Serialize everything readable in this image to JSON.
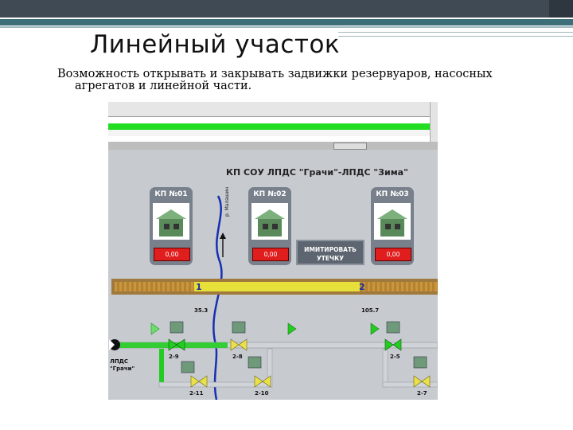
{
  "slide": {
    "title": "Линейный участок",
    "description_line1": "Возможность открывать и закрывать задвижки резервуаров, насосных",
    "description_line2": "агрегатов и линейной части."
  },
  "scada": {
    "header": "КП СОУ ЛПДС \"Грачи\"-ЛПДС \"Зима\"",
    "kp": [
      {
        "name": "КП №01",
        "value": "0,00"
      },
      {
        "name": "КП №02",
        "value": "0,00"
      },
      {
        "name": "КП №03",
        "value": "0,00"
      }
    ],
    "imitate_button": {
      "line1": "ИМИТИРОВАТЬ",
      "line2": "УТЕЧКУ"
    },
    "markers": [
      "1",
      "2"
    ],
    "distances": [
      "35.3",
      "105.7"
    ],
    "river_label": "р. Малашин",
    "station": {
      "line1": "ЛПДС",
      "line2": "\"Грачи\""
    },
    "valves": [
      "2-9",
      "2-8",
      "2-5",
      "2-11",
      "2-10",
      "2-7"
    ],
    "colors": {
      "active": "#22cc22",
      "alarm": "#e01e1e",
      "highlight": "#e8e03a",
      "pipe": "#d0d4d8"
    }
  }
}
